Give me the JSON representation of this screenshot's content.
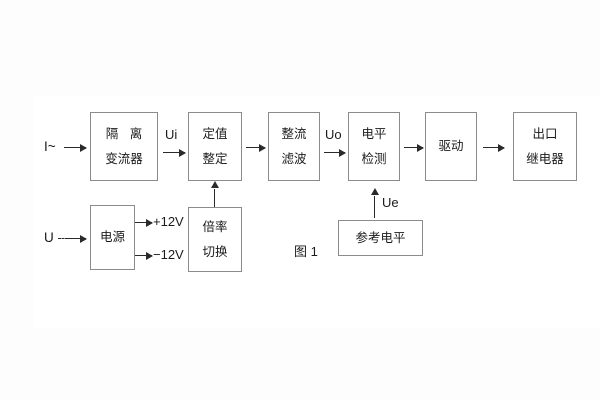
{
  "figure": {
    "caption": "图 1",
    "stroke_color": "#8b8b8b",
    "line_color": "#2a2a2a",
    "background": "#ffffff"
  },
  "inputs": {
    "current": "I~",
    "voltage": "U"
  },
  "signals": {
    "ui": "Ui",
    "uo": "Uo",
    "ue": "Ue"
  },
  "rails": {
    "positive": "+12V",
    "negative": "−12V"
  },
  "blocks": [
    {
      "id": "isolating-transformer",
      "line1": "隔 离",
      "line2": "变流器"
    },
    {
      "id": "setting-adjustment",
      "line1": "定值",
      "line2": "整定"
    },
    {
      "id": "rectifier-filter",
      "line1": "整流",
      "line2": "滤波"
    },
    {
      "id": "level-detection",
      "line1": "电平",
      "line2": "检测"
    },
    {
      "id": "driver",
      "line1": "驱动",
      "line2": ""
    },
    {
      "id": "output-relay",
      "line1": "出口",
      "line2": "继电器"
    },
    {
      "id": "power-supply",
      "line1": "电源",
      "line2": ""
    },
    {
      "id": "multiplier-switch",
      "line1": "倍率",
      "line2": "切换"
    },
    {
      "id": "reference-level",
      "line1": "参考电平",
      "line2": ""
    }
  ]
}
